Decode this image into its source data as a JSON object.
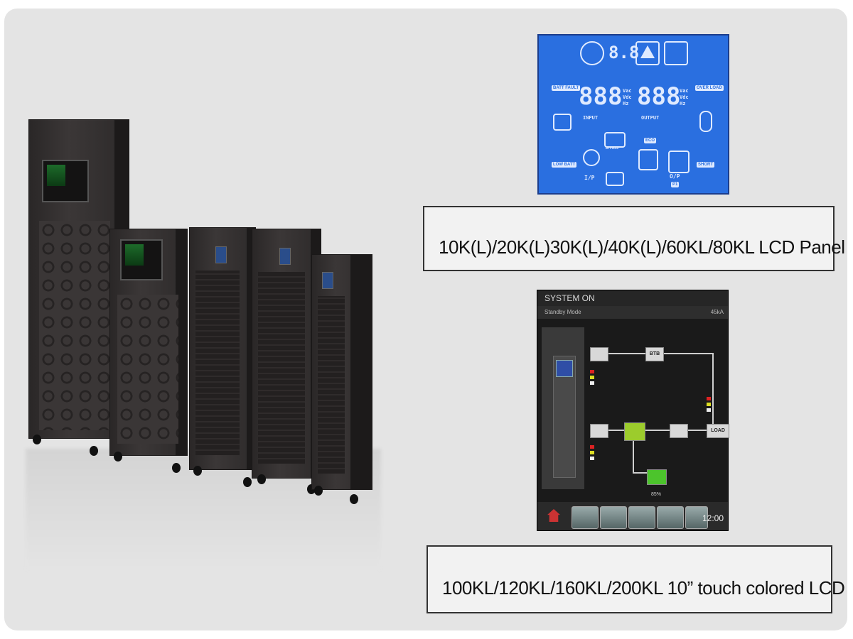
{
  "labels": {
    "lcd_panel": "10K(L)/20K(L)30K(L)/40K(L)/60KL/80KL LCD Panel",
    "touch_lcd": "100KL/120KL/160KL/200KL 10” touch colored LCD"
  },
  "touch_screen": {
    "status": "SYSTEM ON",
    "mode": "Standby Mode",
    "capacity": "45kA",
    "node_btb": "BTB",
    "node_load": "LOAD",
    "battery_percent": "85%",
    "clock": "12:00"
  },
  "lcd_segments": {
    "top_digits": "8.8",
    "input_digits": "888",
    "output_digits": "888",
    "input_label": "INPUT",
    "output_label": "OUTPUT",
    "eco_label": "ECO",
    "ip_label": "I/P",
    "op_label": "O/P",
    "bypass_label": "BYPASS",
    "p1_label": "P1",
    "batt_fault": "BATT FAULT",
    "low_batt": "LOW BATT",
    "over_load": "OVER LOAD",
    "short": "SHORT",
    "unit_vac": "Vac",
    "unit_vdc": "Vdc",
    "unit_hz": "Hz"
  },
  "colors": {
    "lcd_blue": "#2a6fe0",
    "cabinet": "#2d2a2a",
    "background": "#e4e4e4"
  }
}
